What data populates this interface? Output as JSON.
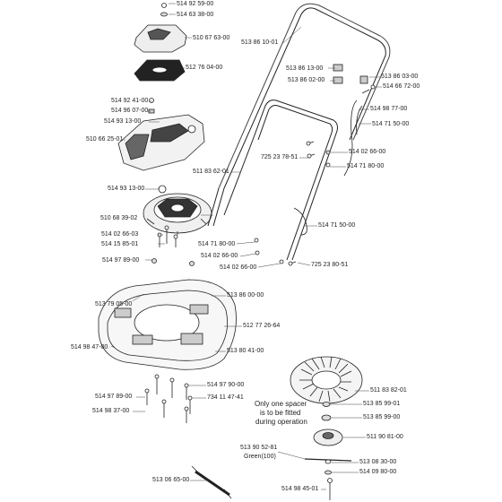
{
  "parts": {
    "p514_92_59_00": "514 92 59-00",
    "p514_63_38_00": "514 63 38-00",
    "p510_67_63_00": "510 67 63-00",
    "p512_76_04_00": "512 76 04-00",
    "p514_92_41_00": "514 92  41-00",
    "p514_96_07_00": "514 96 07-00",
    "p514_93_13_00_a": "514 93 13-00",
    "p510_66_25_01": "510 66 25-01",
    "p514_93_13_00_b": "514 93 13-00",
    "p510_68_39_02": "510 68 39-02",
    "p514_02_66_03": "514 02 66-03",
    "p514_15_85_01": "514 15 85-01",
    "p514_97_89_00_a": "514 97 89-00",
    "p513_86_10_01": "513 86 10-01",
    "p513_86_13_00": "513 86 13-00",
    "p513_86_02_00": "513 86 02-00",
    "p513_86_03_00": "513 86 03-00",
    "p514_66_72_00": "514 66 72-00",
    "p514_98_77_00": "514 98 77-00",
    "p514_71_50_00_a": "514 71 50-00",
    "p514_02_66_00_a": "514 02 66-00",
    "p725_23_78_51": "725 23 78-51",
    "p514_71_80_00_a": "514 71 80-00",
    "p511_83_62_01": "511 83 62-01",
    "p514_71_50_00_b": "514 71 50-00",
    "p514_71_80_00_b": "514 71 80-00",
    "p514_02_66_00_b": "514 02 66-00",
    "p514_02_66_00_c": "514 02 66-00",
    "p725_23_80_51": "725 23 80-51",
    "p513_79_05_00": "513 79 05-00",
    "p513_86_00_00": "513 86 00-00",
    "p512_77_26_64": "512 77 26-64",
    "p514_98_47_00": "514 98 47-00",
    "p513_80_41_00": "513 80 41-00",
    "p514_97_90_00": "514 97 90-00",
    "p514_97_89_00_b": "514 97 89-00",
    "p734_11_47_41": "734 11 47-41",
    "p514_98_37_00": "514 98 37-00",
    "p511_83_82_01": "511 83 82-01",
    "p513_85_99_01": "513 85 99-01",
    "p513_85_99_00": "513 85 99-00",
    "p511_90_81_00": "511 90 81-00",
    "p513_90_52_81": "513 90 52-81",
    "green_100": "Green(100)",
    "p513_08_30_00": "513 08 30-00",
    "p514_09_80_00": "514 09 80-00",
    "p513_06_65_00": "513 06 65-00",
    "p514_98_45_01": "514 98 45-01"
  },
  "note": {
    "line1": "Only one spacer",
    "line2": "is to be fitted",
    "line3": "during operation"
  }
}
